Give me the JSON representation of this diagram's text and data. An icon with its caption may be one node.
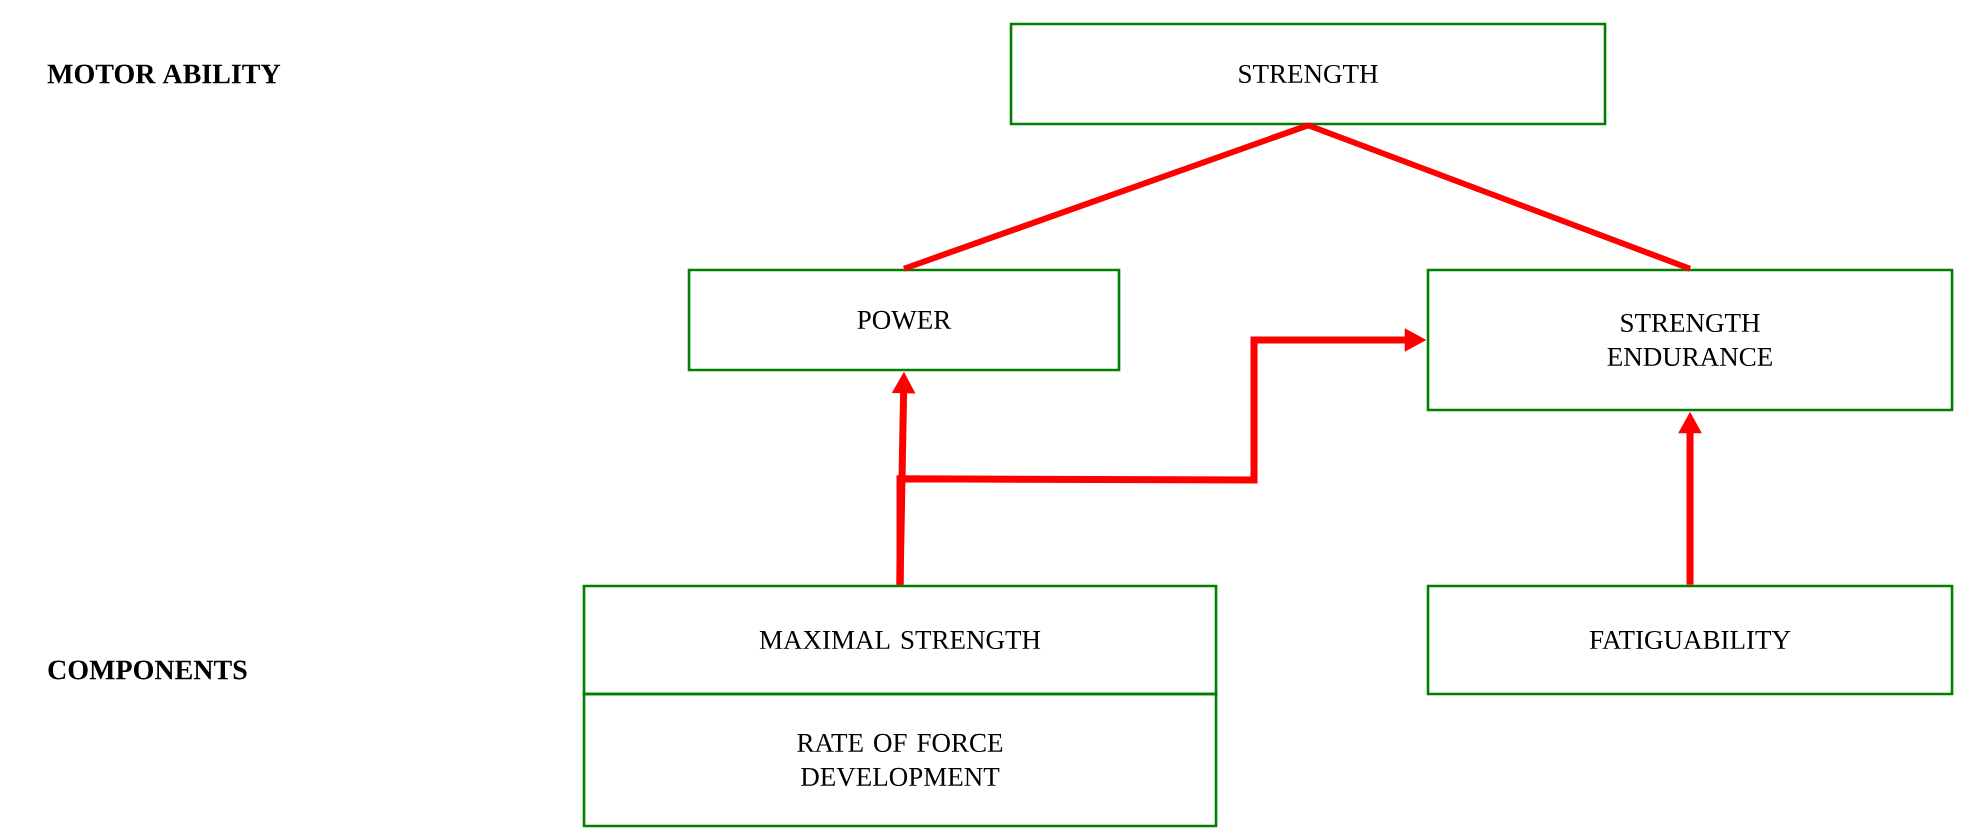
{
  "diagram": {
    "nodes": [
      {
        "text": [
          "STRENGTH"
        ]
      },
      {
        "text": [
          "POWER"
        ]
      },
      {
        "text": [
          "STRENGTH ENDURANCE"
        ]
      },
      {
        "text": [
          "MAXIMAL STRENGTH"
        ]
      },
      {
        "text": [
          "RATE OF FORCE DEVELOPMENT"
        ]
      },
      {
        "text": [
          "FATIGUABILITY"
        ]
      }
    ],
    "edges": [
      {
        "from": 0,
        "to": 1,
        "arrow": "none"
      },
      {
        "from": 0,
        "to": 2,
        "arrow": "none"
      },
      {
        "from": 3,
        "to": 1,
        "arrow": "to"
      },
      {
        "from": 3,
        "to": 2,
        "arrow": "to"
      },
      {
        "from": 5,
        "to": 2,
        "arrow": "to"
      }
    ],
    "labels": [
      "MOTOR ABILITY",
      "COMPONENTS"
    ]
  }
}
